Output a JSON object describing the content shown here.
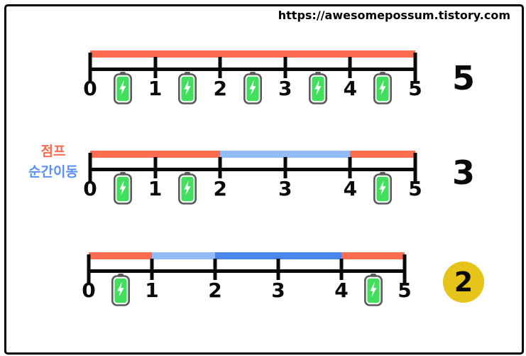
{
  "page": {
    "url_text": "https://awesomepossum.tistory.com"
  },
  "legend": {
    "jump_label": "점프",
    "teleport_label": "순간이동"
  },
  "colors": {
    "jump": "#FB6C51",
    "teleport": "#93BCF7",
    "teleport2": "#4A86E8",
    "jump_text": "#FB6C51",
    "teleport_text": "#5B8FF0",
    "battery_green": "#42DF5E",
    "battery_border": "#5A5A5A",
    "answer_circle": "#E7C419",
    "line": "#0A0A0A"
  },
  "number_lines": [
    {
      "min": 0,
      "max": 5,
      "ticks": [
        "0",
        "1",
        "2",
        "3",
        "4",
        "5"
      ],
      "segments": [
        {
          "from": 0,
          "to": 5,
          "type": "jump"
        }
      ],
      "batteries": [
        0.5,
        1.5,
        2.5,
        3.5,
        4.5
      ],
      "answer": "5"
    },
    {
      "min": 0,
      "max": 5,
      "ticks": [
        "0",
        "1",
        "2",
        "3",
        "4",
        "5"
      ],
      "segments": [
        {
          "from": 0,
          "to": 2,
          "type": "jump"
        },
        {
          "from": 2,
          "to": 4,
          "type": "teleport"
        },
        {
          "from": 4,
          "to": 5,
          "type": "jump"
        }
      ],
      "batteries": [
        0.5,
        1.5,
        4.5
      ],
      "answer": "3"
    },
    {
      "min": 0,
      "max": 5,
      "ticks": [
        "0",
        "1",
        "2",
        "3",
        "4",
        "5"
      ],
      "segments": [
        {
          "from": 0,
          "to": 1,
          "type": "jump"
        },
        {
          "from": 1,
          "to": 2,
          "type": "teleport"
        },
        {
          "from": 2,
          "to": 4,
          "type": "teleport2"
        },
        {
          "from": 4,
          "to": 5,
          "type": "jump"
        }
      ],
      "batteries": [
        0.5,
        4.5
      ],
      "answer": "2"
    }
  ]
}
